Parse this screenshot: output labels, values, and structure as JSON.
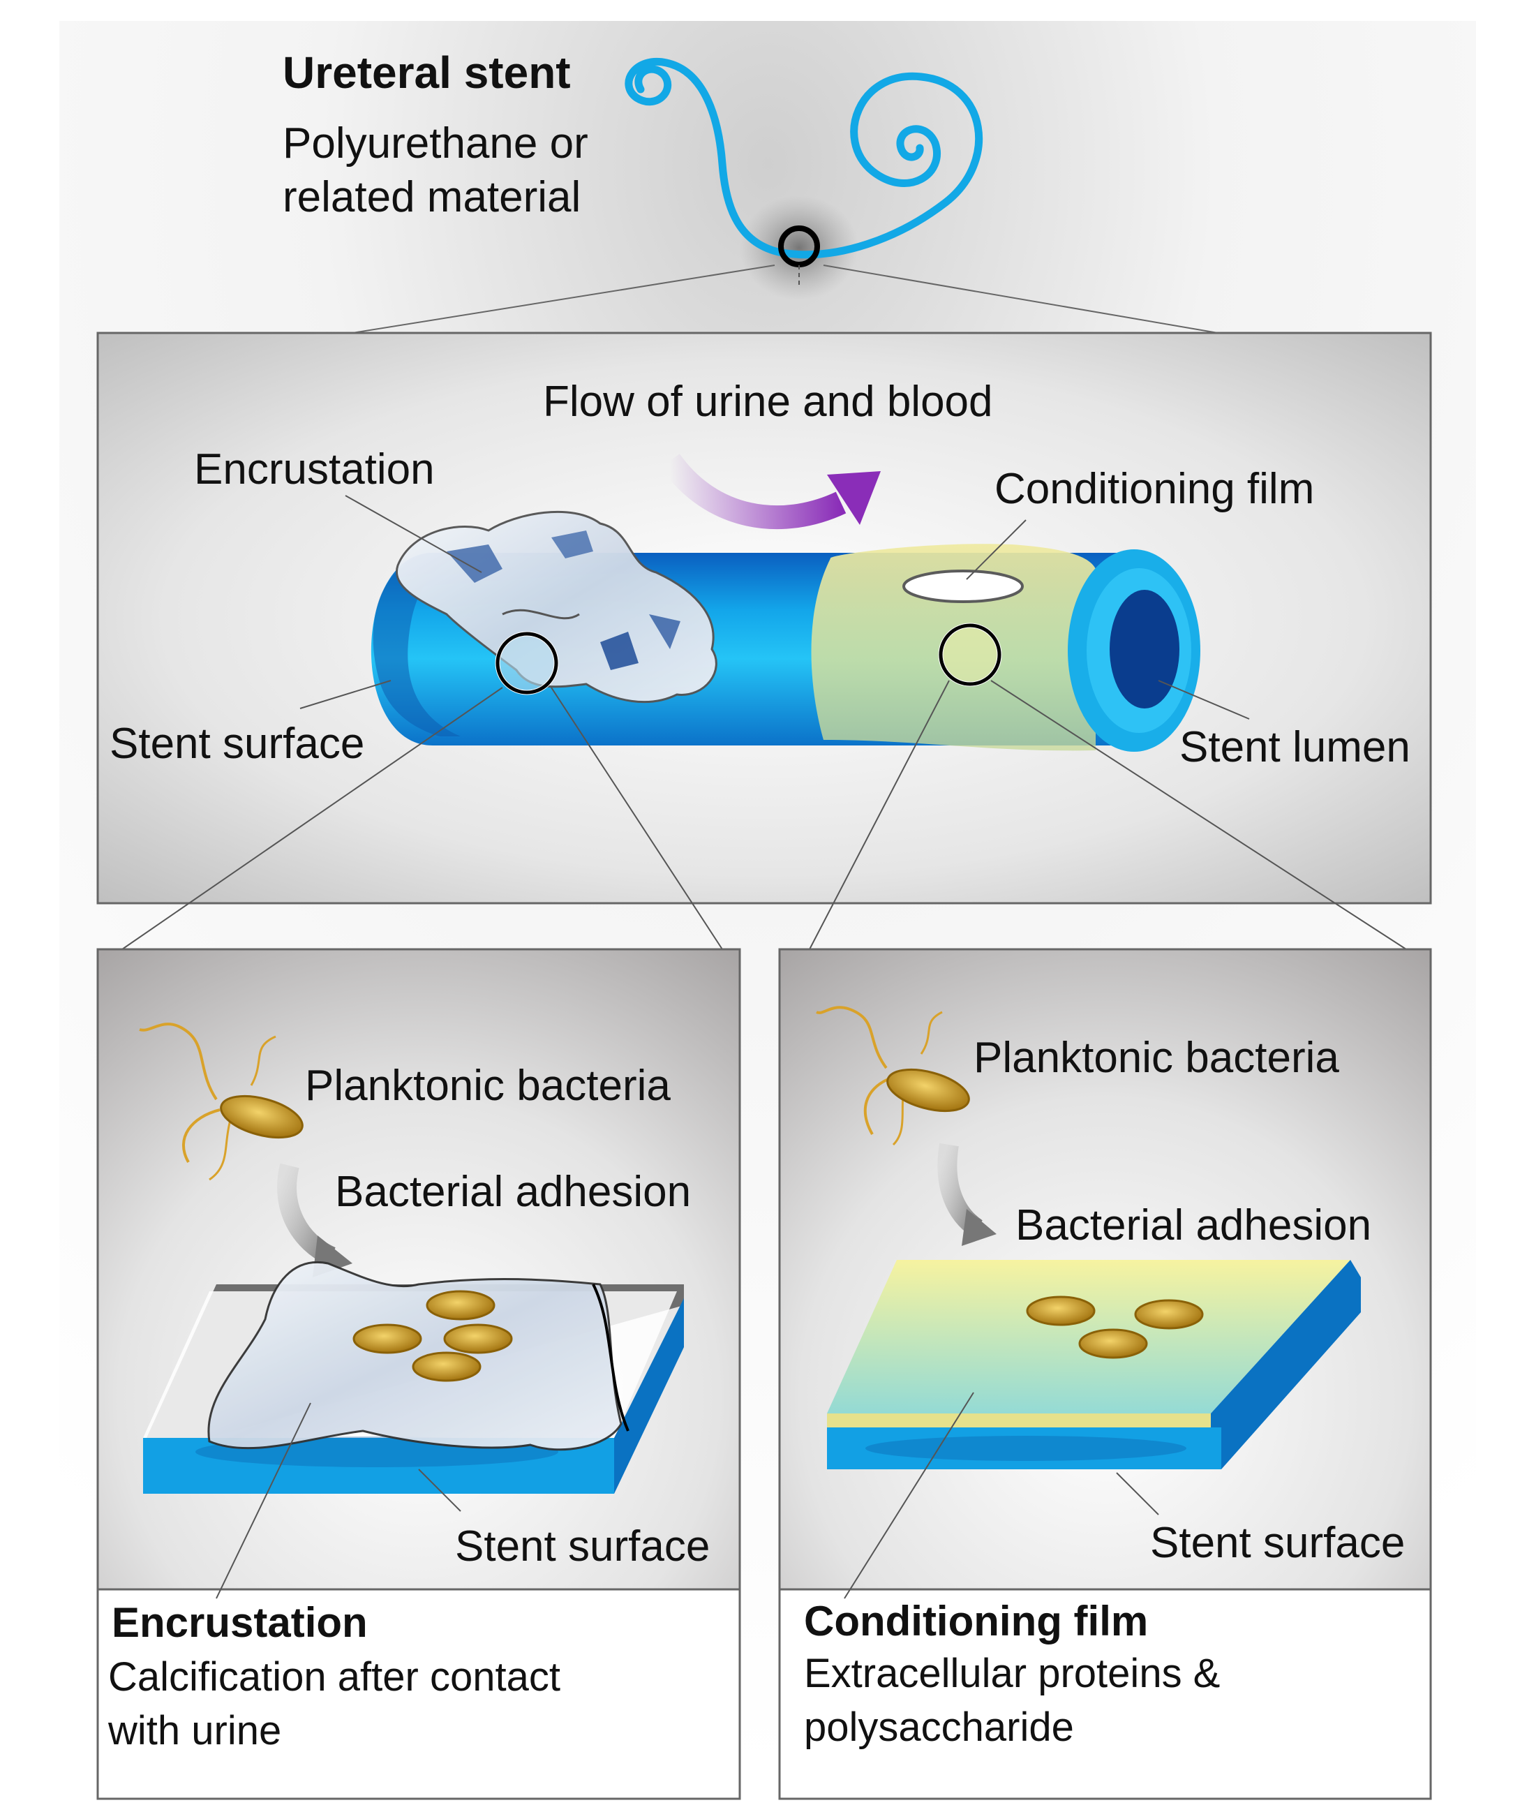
{
  "stent": {
    "title": "Ureteral stent",
    "material_line1": "Polyurethane or",
    "material_line2": "related material"
  },
  "top_panel": {
    "flow_label": "Flow of urine and blood",
    "encrustation_label": "Encrustation",
    "conditioning_label": "Conditioning film",
    "surface_label": "Stent surface",
    "lumen_label": "Stent lumen"
  },
  "left_panel": {
    "planktonic_label": "Planktonic bacteria",
    "adhesion_label": "Bacterial adhesion",
    "surface_label": "Stent surface",
    "caption_title": "Encrustation",
    "caption_body_line1": "Calcification after contact",
    "caption_body_line2": "with urine"
  },
  "right_panel": {
    "planktonic_label": "Planktonic bacteria",
    "adhesion_label": "Bacterial adhesion",
    "surface_label": "Stent surface",
    "caption_title": "Conditioning film",
    "caption_body_line1": "Extracellular proteins &",
    "caption_body_line2": "polysaccharide"
  },
  "colors": {
    "stent_blue": "#12a8e6",
    "stent_dark": "#0b62b8",
    "conditioning_yellow": "#f4f0a8",
    "arrow_purple": "#8a2db8",
    "bacteria_gold": "#d4a520"
  }
}
